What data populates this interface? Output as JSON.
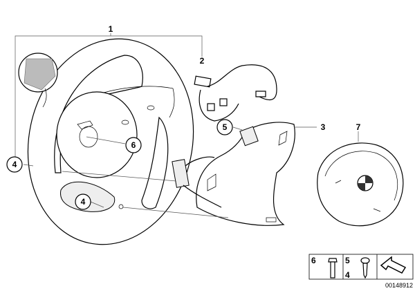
{
  "callouts": {
    "c1": "1",
    "c2": "2",
    "c3": "3",
    "c4a": "4",
    "c4b": "4",
    "c5": "5",
    "c6": "6",
    "c7": "7"
  },
  "legend": {
    "screw_a_label": "6",
    "screw_b_label_top": "5",
    "screw_b_label_bottom": "4"
  },
  "drawing_number": "00148912"
}
